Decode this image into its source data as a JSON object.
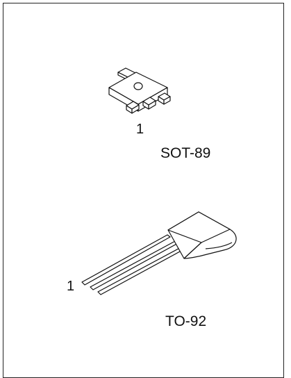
{
  "packages": [
    {
      "name": "SOT-89",
      "pin1_label": "1"
    },
    {
      "name": "TO-92",
      "pin1_label": "1"
    }
  ],
  "colors": {
    "stroke": "#111111",
    "background": "#ffffff"
  }
}
